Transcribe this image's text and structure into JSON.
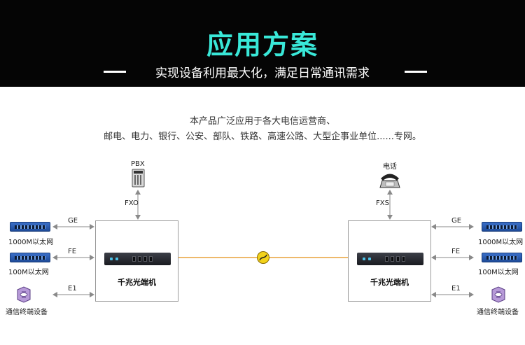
{
  "header": {
    "title": "应用方案",
    "subtitle": "实现设备利用最大化，满足日常通讯需求"
  },
  "intro": {
    "line1": "本产品广泛应用于各大电信运营商、",
    "line2": "邮电、电力、银行、公安、部队、铁路、高速公路、大型企事业单位......专网。"
  },
  "left": {
    "top_device": "PBX",
    "top_link": "FXO",
    "box_label": "千兆光端机",
    "links": [
      "GE",
      "FE",
      "E1"
    ],
    "devices": [
      "1000M以太网",
      "100M以太网",
      "通信终端设备"
    ]
  },
  "right": {
    "top_device": "电话",
    "top_link": "FXS",
    "box_label": "千兆光端机",
    "links": [
      "GE",
      "FE",
      "E1"
    ],
    "devices": [
      "1000M以太网",
      "100M以太网",
      "通信终端设备"
    ]
  },
  "colors": {
    "banner_bg": "#050505",
    "title": "#39e8d8",
    "fiber": "#e8a23a",
    "fiber_icon": "#f2d21a",
    "arrow": "#888888"
  }
}
